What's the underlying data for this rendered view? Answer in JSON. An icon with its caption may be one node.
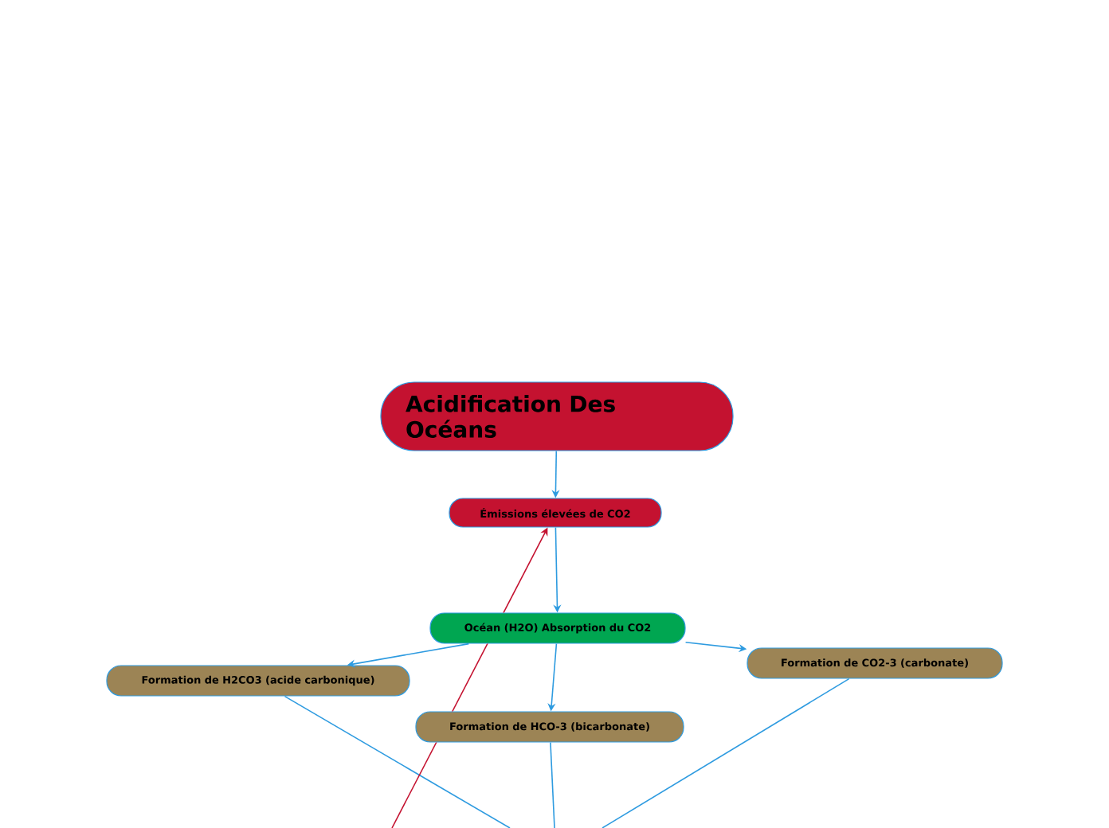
{
  "diagram": {
    "nodes": [
      {
        "text": [
          "Acidification Des Océans"
        ]
      },
      {
        "text": [
          "Émissions élevées de CO2"
        ]
      },
      {
        "text": [
          "Océan (H2O) Absorption du CO2"
        ]
      },
      {
        "text": [
          "Formation de H2CO3 (acide carbonique)"
        ]
      },
      {
        "text": [
          "Formation de CO2-3 (carbonate)"
        ]
      },
      {
        "text": [
          "Formation de HCO-3 (bicarbonate)"
        ]
      }
    ],
    "edges": [
      {
        "from": 0,
        "to": 1,
        "arrow": "to"
      },
      {
        "from": 1,
        "to": 2,
        "arrow": "to"
      },
      {
        "from": 2,
        "to": 3,
        "arrow": "to"
      },
      {
        "from": 2,
        "to": 4,
        "arrow": "to"
      },
      {
        "from": 2,
        "to": 5,
        "arrow": "to"
      },
      {
        "from": 3,
        "to": null,
        "arrow": "none"
      },
      {
        "from": 5,
        "to": null,
        "arrow": "none"
      },
      {
        "from": 4,
        "to": null,
        "arrow": "none"
      },
      {
        "from": null,
        "to": 1,
        "arrow": "to",
        "color": "#c41230"
      }
    ]
  }
}
